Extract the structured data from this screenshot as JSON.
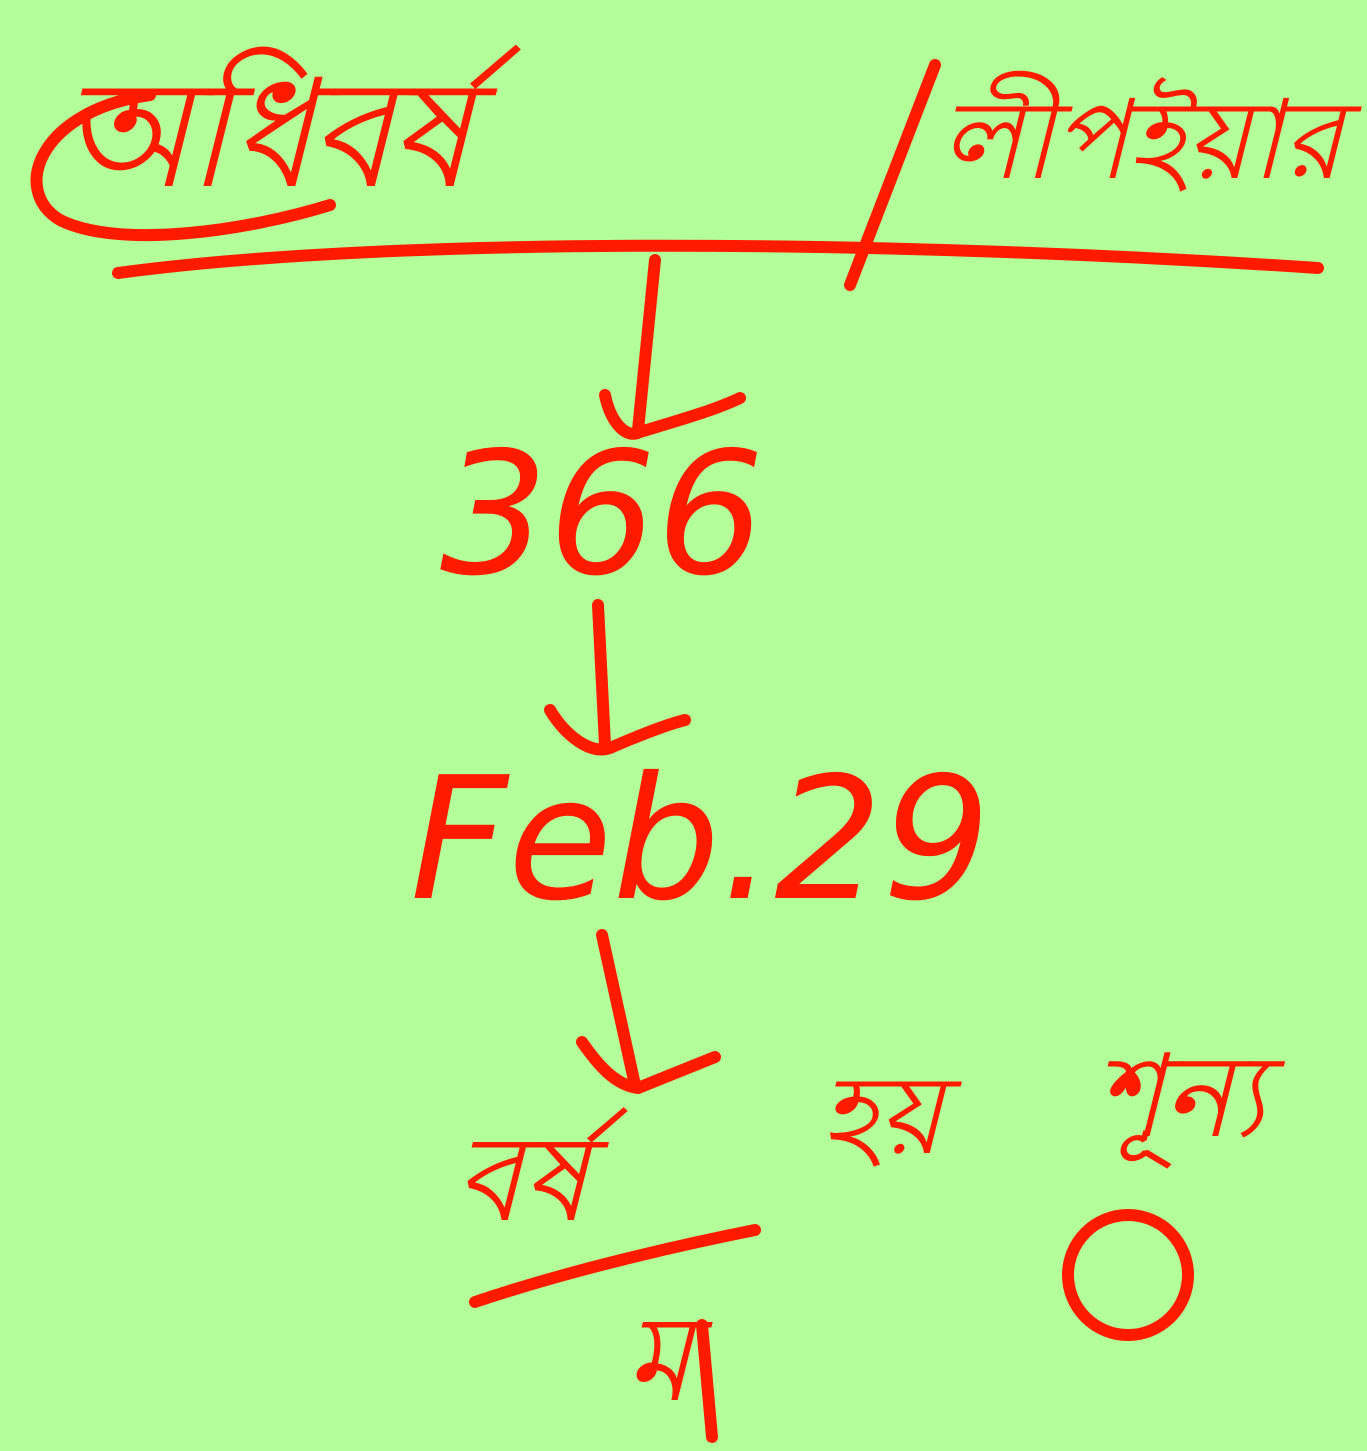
{
  "note": {
    "title_left": "অধিবর্ষ",
    "title_separator": "/",
    "title_right": "লীপইয়ার",
    "step_1": "366",
    "step_2": "Feb.29",
    "bottom_word_1": "বর্ষ",
    "bottom_word_2": "হয়",
    "bottom_word_3": "শূন্য",
    "bottom_word_4": "ম"
  },
  "colors": {
    "background": "#b3ff99",
    "ink": "#ff1a00"
  }
}
